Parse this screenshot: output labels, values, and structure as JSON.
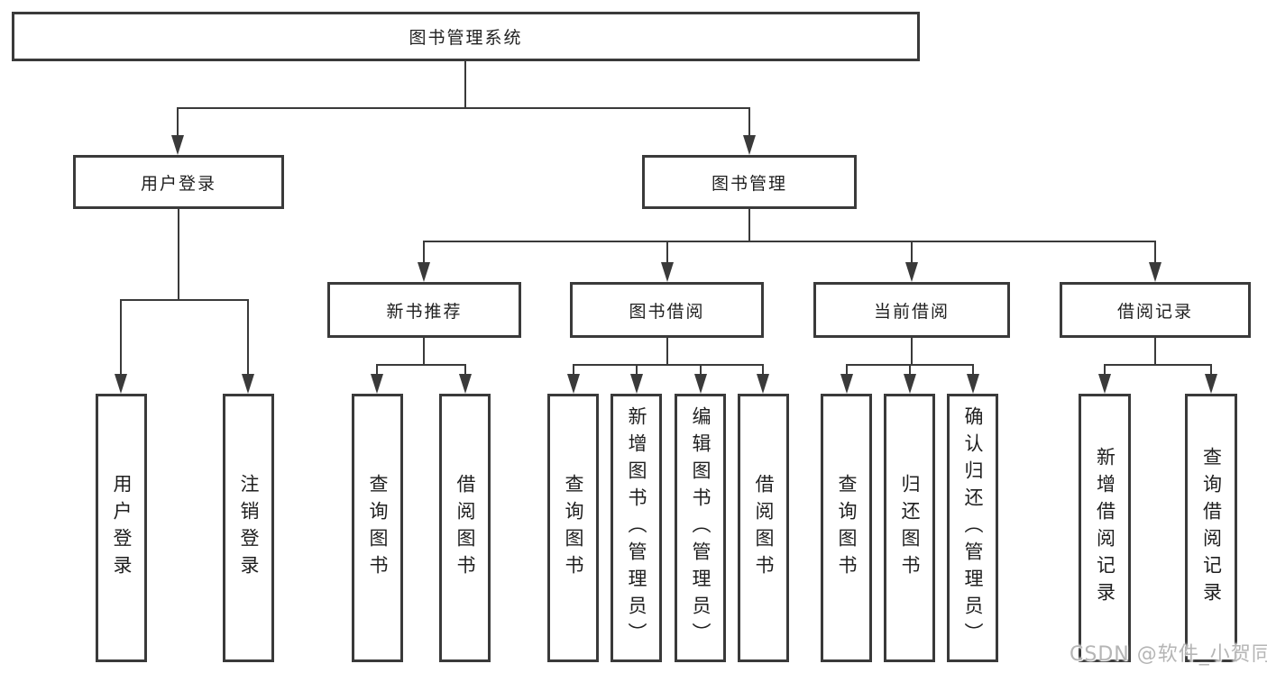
{
  "nodes": {
    "root": "图书管理系统",
    "level2": [
      "用户登录",
      "图书管理"
    ],
    "level3": [
      "新书推荐",
      "图书借阅",
      "当前借阅",
      "借阅记录"
    ],
    "leaves": [
      "用户登录",
      "注销登录",
      "查询图书",
      "借阅图书",
      "查询图书",
      "新增图书（管理员）",
      "编辑图书（管理员）",
      "借阅图书",
      "查询图书",
      "归还图书",
      "确认归还（管理员）",
      "新增借阅记录",
      "查询借阅记录"
    ]
  },
  "watermark": "CSDN @软件_小贺同学",
  "colors": {
    "line": "#3a3a3a",
    "text": "#1f1f1f",
    "watermark": "#b5b5b5",
    "background": "#ffffff"
  }
}
